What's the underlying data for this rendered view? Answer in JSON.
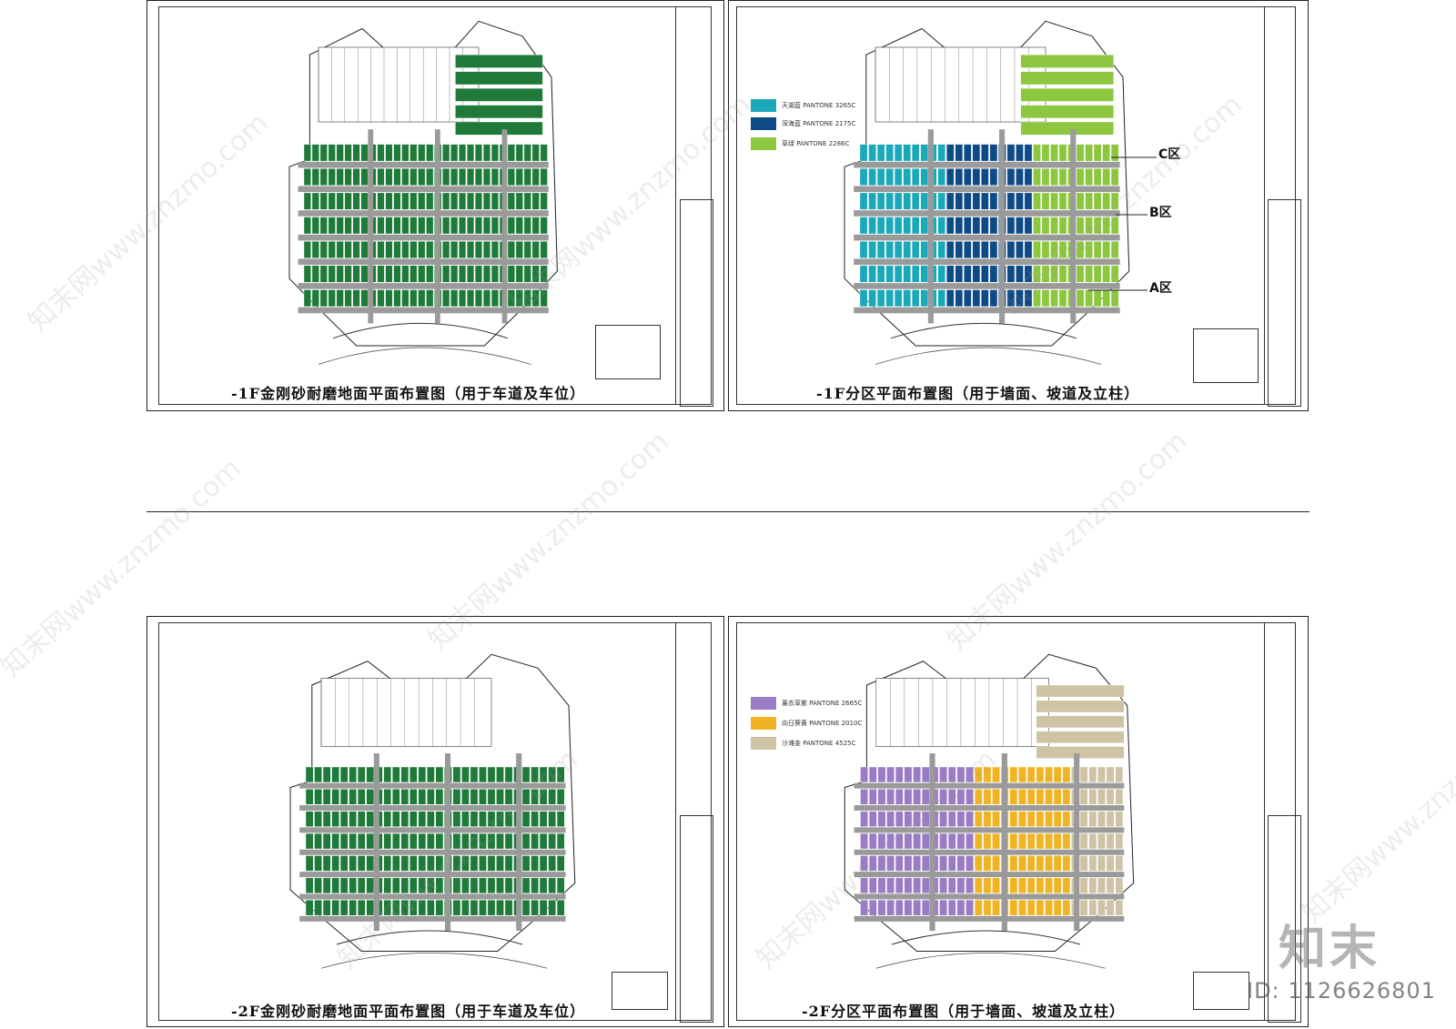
{
  "sheets": [
    {
      "title": "-1F金刚砂耐磨地面平面布置图（用于车道及车位）",
      "scheme": "green"
    },
    {
      "title": "-1F分区平面布置图（用于墙面、坡道及立柱）",
      "scheme": "zones1"
    },
    {
      "title": "-2F金刚砂耐磨地面平面布置图（用于车道及车位）",
      "scheme": "green"
    },
    {
      "title": "-2F分区平面布置图（用于墙面、坡道及立柱）",
      "scheme": "zones2"
    }
  ],
  "legend_top": [
    {
      "text": "天湖蓝 PANTONE 3265C",
      "color": "#1ba9b9"
    },
    {
      "text": "深海蓝 PANTONE 2175C",
      "color": "#0e4a86"
    },
    {
      "text": "草绿 PANTONE 2286C",
      "color": "#8dc63f"
    }
  ],
  "legend_bottom": [
    {
      "text": "薰衣草紫 PANTONE 2665C",
      "color": "#9a7cc4"
    },
    {
      "text": "向日葵黄 PANTONE 2010C",
      "color": "#f0b323"
    },
    {
      "text": "沙滩金 PANTONE 4525C",
      "color": "#cfc3a5"
    }
  ],
  "zone_labels": [
    "C区",
    "B区",
    "A区"
  ],
  "watermark": "知末网www.znzmo.com",
  "brand": "知末",
  "image_id": "ID: 1126626801",
  "colors": {
    "green": "#1f7a3a",
    "road": "#9a9a9a",
    "line": "#222222"
  }
}
